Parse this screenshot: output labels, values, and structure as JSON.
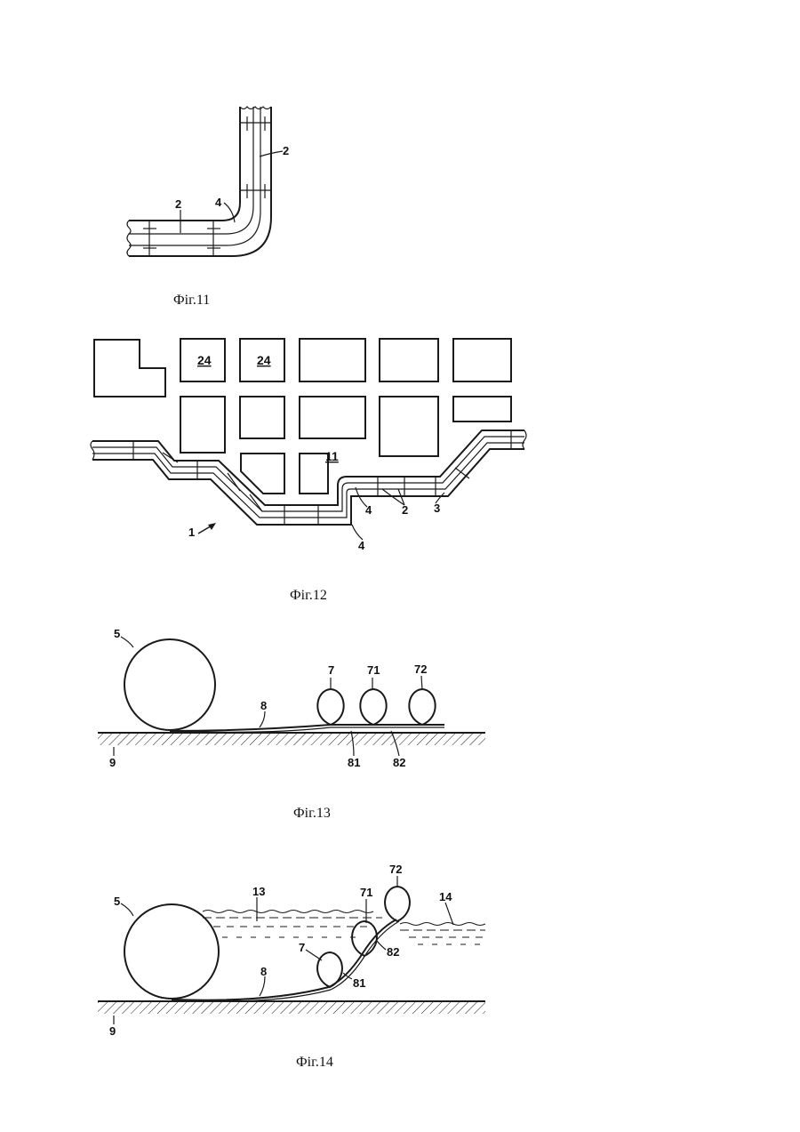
{
  "fig11": {
    "caption": "Фіг.11",
    "labels": {
      "pipe_top": "2",
      "pipe_left": "2",
      "bend": "4"
    }
  },
  "fig12": {
    "caption": "Фіг.12",
    "labels": {
      "block_a": "24",
      "block_b": "24",
      "area": "11",
      "bend_upper": "4",
      "bend_lower": "4",
      "segment": "2",
      "joint": "3",
      "system": "1"
    }
  },
  "fig13": {
    "caption": "Фіг.13",
    "labels": {
      "drum": "5",
      "pipe": "8",
      "ground": "9",
      "float_1": "7",
      "float_2": "71",
      "float_3": "72",
      "link_1": "81",
      "link_2": "82"
    }
  },
  "fig14": {
    "caption": "Фіг.14",
    "labels": {
      "drum": "5",
      "water_surface": "13",
      "water_body": "14",
      "pipe": "8",
      "ground": "9",
      "float_1": "7",
      "float_2": "71",
      "float_3": "72",
      "link_1": "81",
      "link_2": "82"
    }
  }
}
